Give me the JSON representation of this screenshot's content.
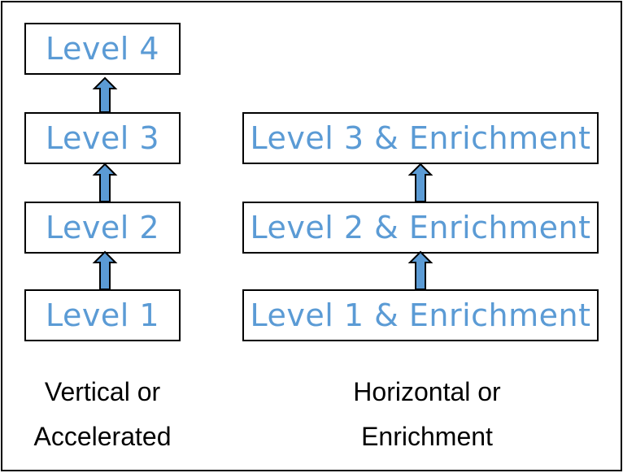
{
  "colors": {
    "box_text": "#5b9bd5",
    "arrow_fill": "#5b9bd5",
    "border": "#000000"
  },
  "left_column": {
    "levels": [
      "Level 4",
      "Level 3",
      "Level 2",
      "Level 1"
    ],
    "caption_line1": "Vertical or",
    "caption_line2": "Accelerated"
  },
  "right_column": {
    "levels": [
      "Level 3 & Enrichment",
      "Level 2 & Enrichment",
      "Level 1 & Enrichment"
    ],
    "caption_line1": "Horizontal or",
    "caption_line2": "Enrichment"
  }
}
